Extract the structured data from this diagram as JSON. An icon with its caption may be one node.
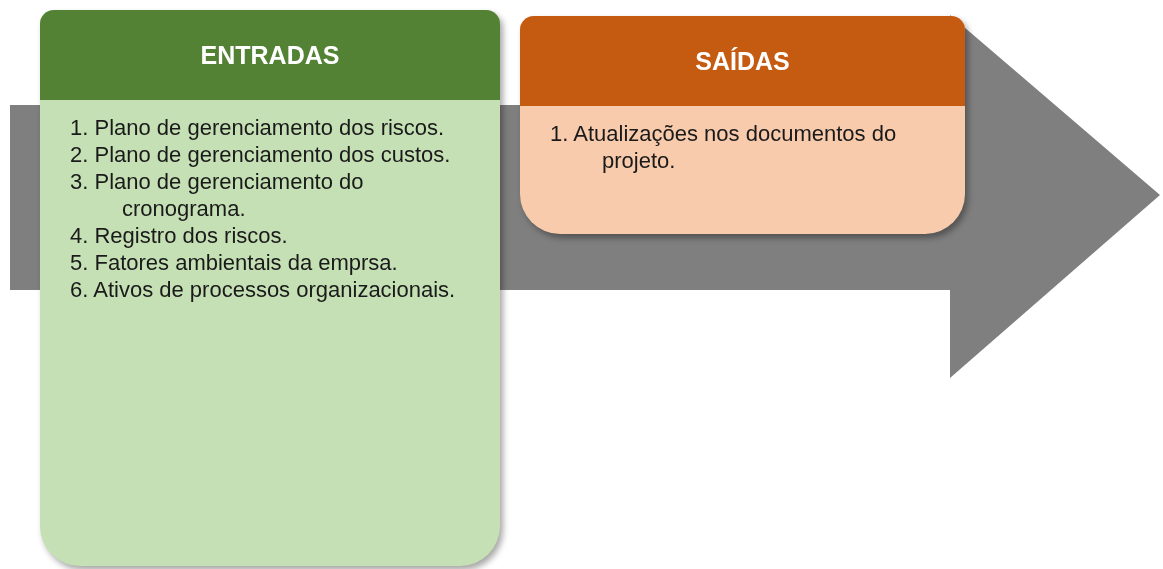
{
  "diagram": {
    "nodes": [
      {
        "text": [
          "ENTRADAS",
          "1. Plano de gerenciamento dos riscos.",
          "2. Plano de gerenciamento dos custos.",
          "3. Plano de gerenciamento do cronograma.",
          "4. Registro dos riscos.",
          "5. Fatores ambientais da emprsa.",
          "6. Ativos de processos organizacionais."
        ]
      },
      {
        "text": [
          "SAÍDAS",
          "1. Atualizações nos documentos do projeto."
        ]
      }
    ]
  }
}
